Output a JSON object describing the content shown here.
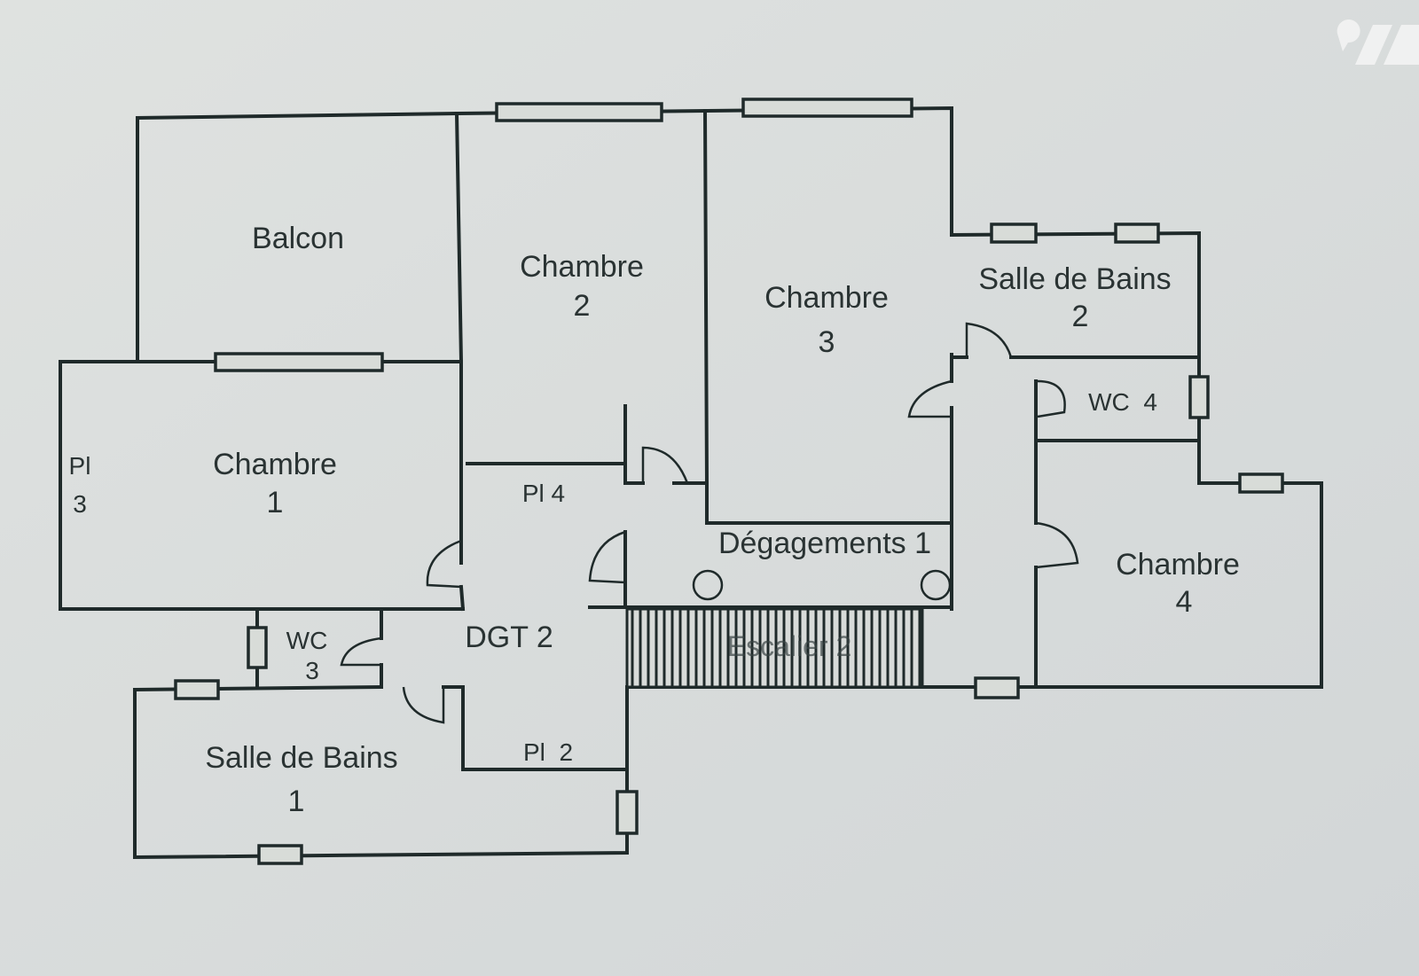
{
  "rooms": {
    "balcon": "Balcon",
    "chambre2": [
      "Chambre",
      "2"
    ],
    "chambre3": [
      "Chambre",
      "3"
    ],
    "sdb2": [
      "Salle de Bains",
      "2"
    ],
    "wc4": "WC  4",
    "chambre1": [
      "Chambre",
      "1"
    ],
    "pl3": [
      "Pl",
      "3"
    ],
    "pl4": "Pl 4",
    "degagements": "Dégagements 1",
    "chambre4": [
      "Chambre",
      "4"
    ],
    "wc3": [
      "WC",
      "3"
    ],
    "dgt2": "DGT 2",
    "escalier": "Escalier 2",
    "sdb1": [
      "Salle de Bains",
      "1"
    ],
    "pl2": "Pl  2"
  },
  "colors": {
    "paper": "#dde0df",
    "ink": "#1f2a2a"
  }
}
